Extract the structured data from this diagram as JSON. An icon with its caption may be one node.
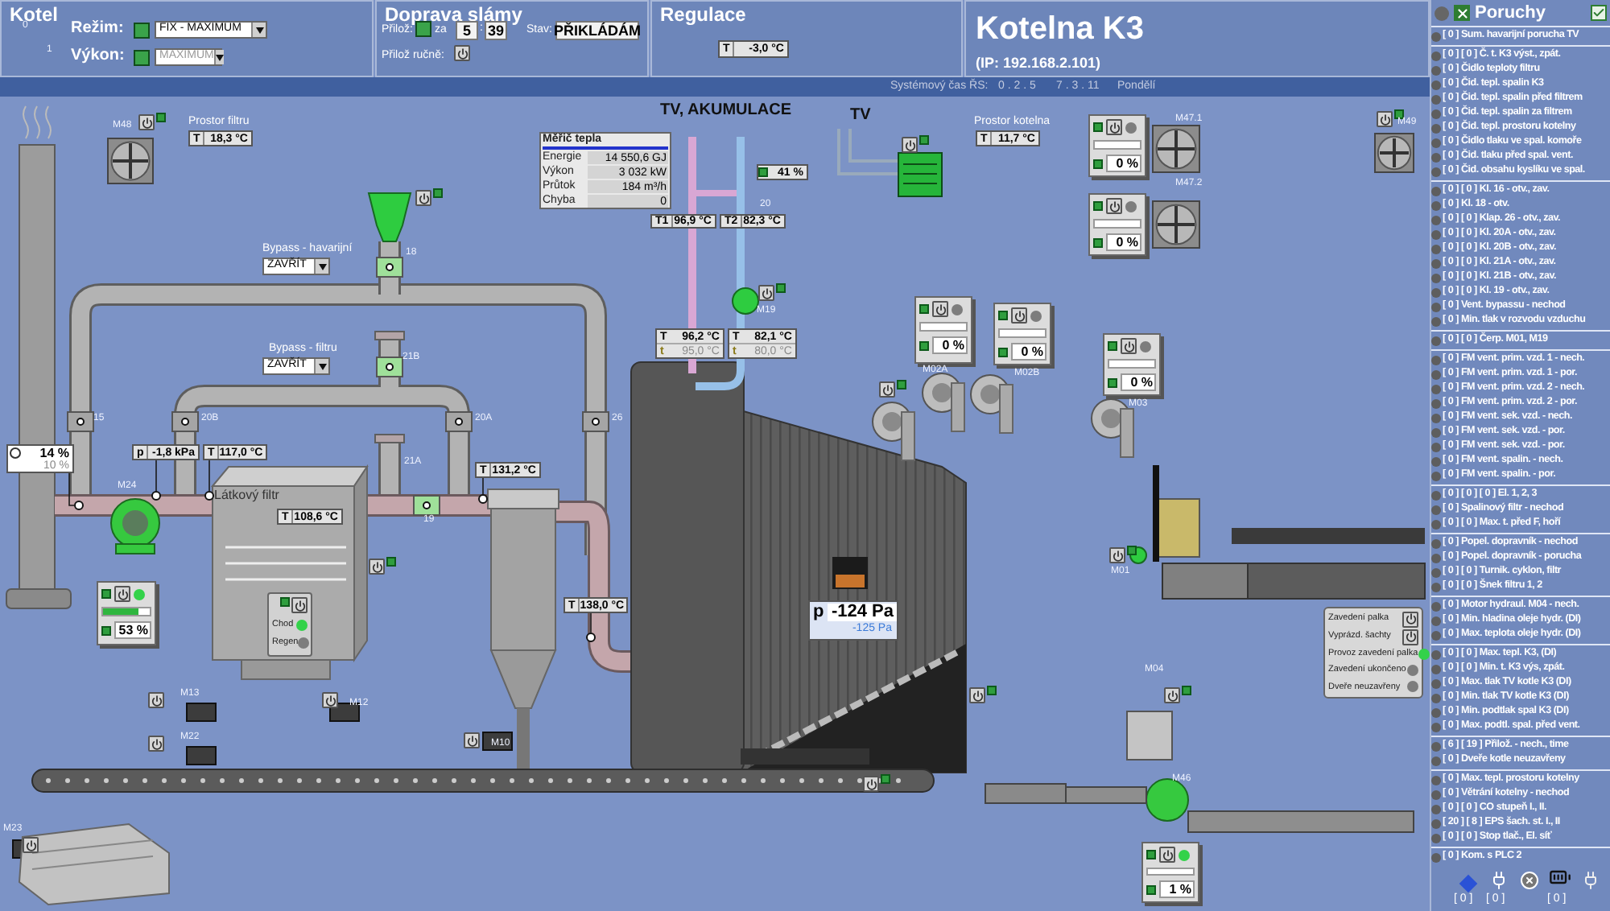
{
  "diagram": {
    "nodes": [
      {
        "text": [
          "Kotel"
        ]
      },
      {
        "text": [
          "Doprava slámy"
        ]
      },
      {
        "text": [
          "Regulace"
        ]
      },
      {
        "text": [
          "Kotelna K3",
          "(IP: 192.168.2.101)"
        ]
      },
      {
        "text": [
          "Poruchy"
        ]
      },
      {
        "text": [
          "[ 0 ] Sum. havarijní porucha TV"
        ],
        "in": 4
      },
      {
        "text": [
          "[ 0 ] [ 0 ] Č. t. K3 výst., zpát.",
          "[ 0 ] Čidlo teploty filtru",
          "[ 0 ] Čid. tepl. spalin K3",
          "[ 0 ] Čid. tepl. spalin před filtrem",
          "[ 0 ] Čid. tepl. spalin za filtrem",
          "[ 0 ] Čid. tepl. prostoru kotelny",
          "[ 0 ] Čidlo tlaku ve spal. komoře",
          "[ 0 ] Čid. tlaku před spal. vent.",
          "[ 0 ] Čid. obsahu kyslíku ve spal."
        ],
        "in": 4
      },
      {
        "text": [
          "[ 0 ] [ 0 ] Kl. 16 - otv., zav.",
          "[ 0 ] Kl. 18 - otv.",
          "[ 0 ] [ 0 ] Klap. 26 - otv., zav.",
          "[ 0 ] [ 0 ] Kl. 20A - otv., zav.",
          "[ 0 ] [ 0 ] Kl. 20B - otv., zav.",
          "[ 0 ] [ 0 ] Kl. 21A - otv., zav.",
          "[ 0 ] [ 0 ] Kl. 21B - otv., zav.",
          "[ 0 ] [ 0 ] Kl. 19 - otv., zav.",
          "[ 0 ] Vent. bypassu - nechod",
          "[ 0 ] Min. tlak v rozvodu vzduchu"
        ],
        "in": 4
      },
      {
        "text": [
          "[ 0 ] [ 0 ] Čerp. M01, M19"
        ],
        "in": 4
      },
      {
        "text": [
          "[ 0 ] FM vent. prim. vzd. 1 - nech.",
          "[ 0 ] FM vent. prim. vzd. 1 - por.",
          "[ 0 ] FM vent. prim. vzd. 2 - nech.",
          "[ 0 ] FM vent. prim. vzd. 2 - por.",
          "[ 0 ] FM vent. sek. vzd. - nech.",
          "[ 0 ] FM vent. sek. vzd. - por.",
          "[ 0 ] FM vent. sek. vzd. - por.",
          "[ 0 ] FM vent. spalin. - nech.",
          "[ 0 ] FM vent. spalin. - por."
        ],
        "in": 4
      },
      {
        "text": [
          "[ 0 ] [ 0 ] [ 0 ] El. 1, 2, 3",
          "[ 0 ] Spalinový filtr - nechod",
          "[ 0 ] [ 0 ] Max. t. před F, hoří"
        ],
        "in": 4
      },
      {
        "text": [
          "[ 0 ] Popel. dopravník - nechod",
          "[ 0 ] Popel. dopravník - porucha",
          "[ 0 ] [ 0 ] Turnik. cyklon, filtr",
          "[ 0 ] [ 0 ] Šnek filtru 1, 2"
        ],
        "in": 4
      },
      {
        "text": [
          "[ 0 ] Motor hydraul. M04 - nech.",
          "[ 0 ] Min. hladina oleje hydr. (DI)",
          "[ 0 ] Max. teplota oleje hydr. (DI)"
        ],
        "in": 4
      },
      {
        "text": [
          "[ 0 ] [ 0 ] Max. tepl. K3, (DI)",
          "[ 0 ] [ 0 ] Min. t. K3 výs, zpát.",
          "[ 0 ] Max. tlak TV kotle K3 (DI)",
          "[ 0 ] Min. tlak TV kotle K3 (DI)",
          "[ 0 ] Min. podtlak spal K3 (DI)",
          "[ 0 ] Max. podtl. spal. před vent."
        ],
        "in": 4
      },
      {
        "text": [
          "[ 6 ] [ 19 ] Přilož. - nech., time",
          "[ 0 ] Dveře kotle neuzavřeny"
        ],
        "in": 4
      },
      {
        "text": [
          "[ 0 ] Max. tepl. prostoru kotelny",
          "[ 0 ] Větrání kotelny - nechod",
          "[ 0 ] [ 0 ] CO stupeň I., II.",
          "[ 20 ] [ 8 ] EPS šach. st. I., II",
          "[ 0 ] [ 0 ] Stop tlač., El. síť"
        ],
        "in": 4
      },
      {
        "text": [
          "[ 0 ] Kom. s PLC 2"
        ],
        "in": 4
      },
      {
        "text": [
          "T",
          "18,3 °C"
        ]
      },
      {
        "text": [
          "Měřič tepla",
          "Energie",
          "14 550,6 GJ",
          "Výkon",
          "3 032 kW",
          "Průtok",
          "184 m³/h",
          "Chyba",
          "0"
        ]
      },
      {
        "text": [
          "41 %"
        ]
      },
      {
        "text": [
          "T1",
          "96,9 °C"
        ]
      },
      {
        "text": [
          "T2",
          "82,3 °C"
        ]
      },
      {
        "text": [
          "T",
          "96,2 °C",
          "t",
          "95,0 °C"
        ]
      },
      {
        "text": [
          "T",
          "82,1 °C",
          "t",
          "80,0 °C"
        ]
      },
      {
        "text": [
          "T",
          "11,7 °C"
        ]
      },
      {
        "text": [
          "0 %"
        ]
      },
      {
        "text": [
          "0 %"
        ]
      },
      {
        "text": [
          "14 %",
          "10 %"
        ]
      },
      {
        "text": [
          "p",
          "-1,8 kPa"
        ]
      },
      {
        "text": [
          "T",
          "117,0 °C"
        ]
      },
      {
        "text": [
          "T",
          "131,2 °C"
        ]
      },
      {
        "text": [
          "T",
          "108,6 °C"
        ]
      },
      {
        "text": [
          "53 %"
        ]
      },
      {
        "text": [
          "Chod",
          "Regen"
        ]
      },
      {
        "text": [
          "T",
          "138,0 °C"
        ]
      },
      {
        "text": [
          "0 %"
        ]
      },
      {
        "text": [
          "0 %"
        ]
      },
      {
        "text": [
          "0 %"
        ]
      },
      {
        "text": [
          "p",
          "-124 Pa",
          "-125 Pa"
        ]
      },
      {
        "text": [
          "Zavedení palka",
          "Vyprázd. šachty",
          "Provoz zavedení palka",
          "Zavedení ukončeno",
          "Dveře neuzavřeny"
        ]
      },
      {
        "text": [
          "1 %"
        ]
      },
      {
        "text": [
          "T",
          "-3,0 °C"
        ],
        "in": 2
      },
      {
        "text": [],
        "shape": "circle"
      },
      {
        "text": [],
        "shape": "circle"
      },
      {
        "text": [],
        "shape": "circle"
      },
      {
        "text": [],
        "shape": "circle"
      },
      {
        "text": [],
        "shape": "circle"
      }
    ],
    "edges": [
      {
        "from": 28,
        "to": 42,
        "arrow": "none"
      },
      {
        "from": 29,
        "to": 43,
        "arrow": "none"
      },
      {
        "from": 30,
        "to": 44,
        "arrow": "none"
      },
      {
        "from": 34,
        "to": 45,
        "arrow": "none"
      },
      {
        "from": 27,
        "to": 46,
        "arrow": "none"
      }
    ],
    "labels": [
      "0",
      "1",
      "Režim:",
      "FIX - MAXIMUM",
      "Výkon:",
      "MAXIMUM",
      "Přilož:",
      "za",
      "5",
      ":",
      "39",
      "Stav:",
      "PŘIKLÁDÁM",
      "Přilož ručně:",
      "Systémový čas ŘS:",
      "0 . 2 . 5",
      "7 . 3 . 11",
      "Pondělí",
      "M48",
      "Prostor filtru",
      "TV, AKUMULACE",
      "20",
      "M19",
      "TV",
      "Prostor kotelna",
      "M47.1",
      "M47.2",
      "M49",
      "Bypass - havarijní",
      "ZAVŘÍT",
      "18",
      "Bypass - filtru",
      "ZAVŘÍT",
      "21B",
      "15",
      "20B",
      "20A",
      "26",
      "21A",
      "M24",
      "Látkový filtr",
      "19",
      "M02A",
      "M02B",
      "M03",
      "M01",
      "M13",
      "M12",
      "M04",
      "M22",
      "M10",
      "M23",
      "M46",
      "[ 0 ]",
      "[ 0 ]",
      "[ 0 ]"
    ]
  }
}
